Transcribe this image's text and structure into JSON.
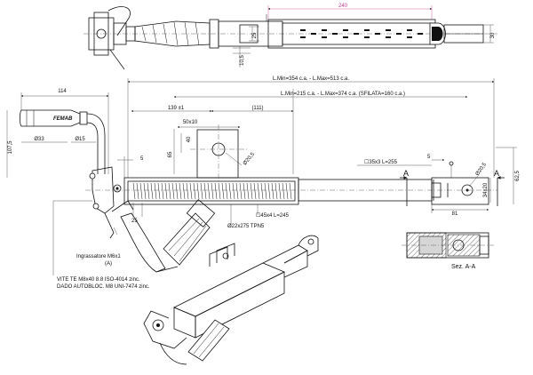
{
  "top_view": {
    "dim_240": "240",
    "dim_25": "25",
    "dim_30": "30",
    "dim_10_5": "10,5"
  },
  "side_view": {
    "dim_114": "114",
    "dim_l_total": "L.Min=354 c.a. - L.Max=513 c.a.",
    "dim_l_tube": "L.Min=215 c.a. - L.Max=374 c.a. (SFILATA=160 c.a.)",
    "dim_139": "139 ±1",
    "dim_111": "(111)",
    "dim_50x10": "50x10",
    "dim_40": "40",
    "dim_65": "65",
    "dim_107_5": "107,5",
    "dim_33": "Ø33",
    "dim_15": "Ø15",
    "dim_5_left": "5",
    "dim_20_5": "Ø20,5",
    "dim_profile_35": "☐35x3  L=255",
    "dim_5_right": "5",
    "dim_20_5_right": "Ø20,5",
    "section_mark_left": "A",
    "section_mark_right": "A",
    "dim_62_5": "62,5",
    "dim_34x20": "34x20",
    "dim_81": "81",
    "dim_25": "25",
    "dim_profile_45": "☐45x4  L=245",
    "spring_label": "Ø22x275 TPN5",
    "lubricator_label": "Ingrassatore M6x1",
    "lubricator_ref": "(A)",
    "screw_label_1": "VITE TE M8x40 8.8 ISO-4014 zinc.",
    "screw_label_2": "DADO AUTOBLOC. M8 UNI-7474 zinc."
  },
  "section": {
    "title": "Sez. A-A"
  },
  "handle_logo": "FEMAB",
  "colors": {
    "line": "#111111",
    "dimension": "#333333",
    "highlight_dimension": "#c0399a",
    "section_fill": "#d6d6d6"
  }
}
